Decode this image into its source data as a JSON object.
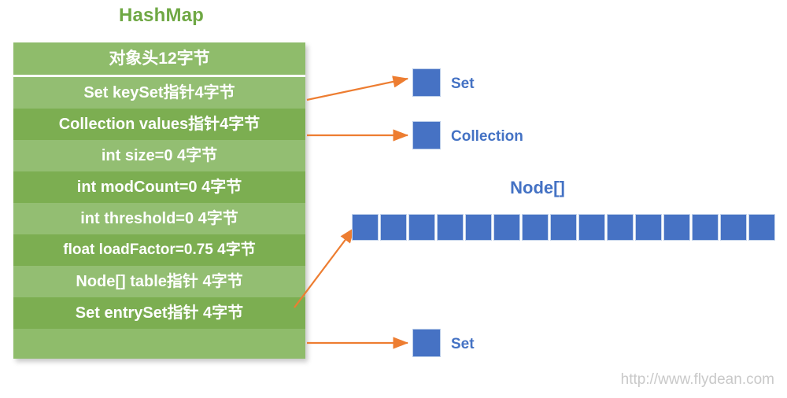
{
  "diagram": {
    "title": "HashMap",
    "watermark": "http://www.flydean.com"
  },
  "struct": {
    "title": "HashMap",
    "rows": [
      {
        "label": "对象头12字节",
        "style": "header"
      },
      {
        "label": "Set keySet指针4字节",
        "style": "light"
      },
      {
        "label": "Collection values指针4字节",
        "style": "dark"
      },
      {
        "label": "int size=0 4字节",
        "style": "light"
      },
      {
        "label": "int modCount=0 4字节",
        "style": "dark"
      },
      {
        "label": "int threshold=0 4字节",
        "style": "light"
      },
      {
        "label": "float loadFactor=0.75 4字节",
        "style": "dark"
      },
      {
        "label": "Node[] table指针 4字节",
        "style": "light"
      },
      {
        "label": "Set entrySet指针 4字节",
        "style": "dark"
      }
    ]
  },
  "targets": {
    "set_top": "Set",
    "collection": "Collection",
    "set_bottom": "Set",
    "node_array_title": "Node[]",
    "node_array_cells": 15
  },
  "colors": {
    "green_title": "#6FA844",
    "green_light": "#93BE72",
    "green_dark": "#7CAE51",
    "blue_fill": "#4672C4",
    "blue_text": "#4472C4",
    "arrow": "#ED7D31",
    "watermark": "#C9C9C9"
  }
}
